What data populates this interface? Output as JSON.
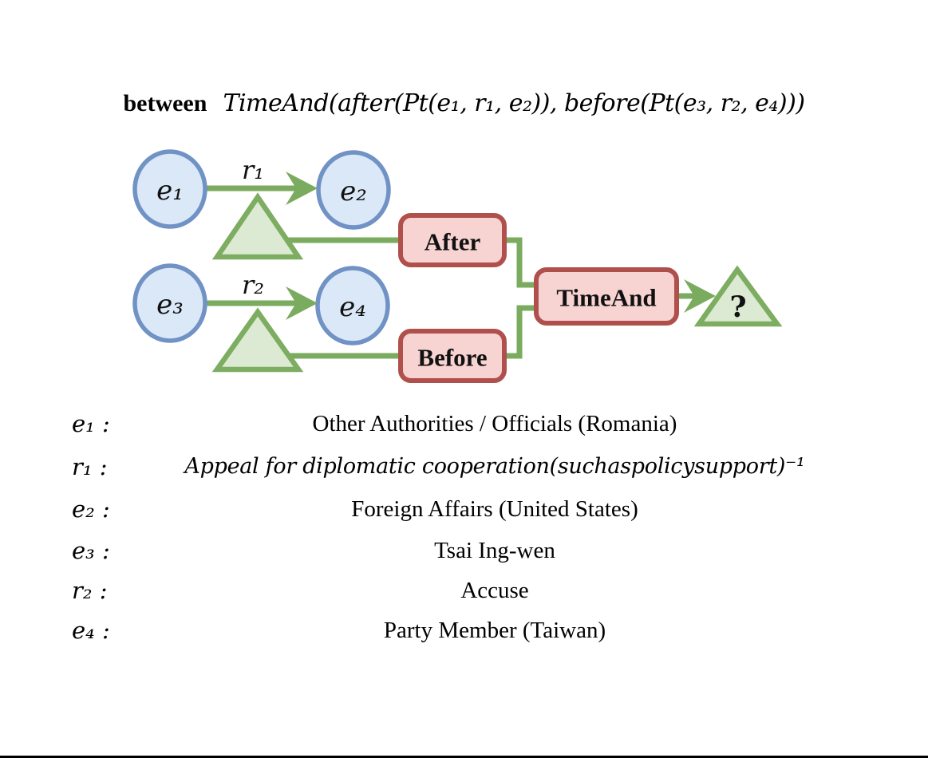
{
  "figure": {
    "query_type": "between",
    "formula": "TimeAnd(after(Pt(e₁, r₁, e₂)), before(Pt(e₃, r₂, e₄)))"
  },
  "diagram": {
    "entities": {
      "e1": "e₁",
      "e2": "e₂",
      "e3": "e₃",
      "e4": "e₄"
    },
    "relations": {
      "r1": "r₁",
      "r2": "r₂"
    },
    "operators": {
      "after": "After",
      "before": "Before",
      "timeand": "TimeAnd"
    },
    "target": "?",
    "colors": {
      "entity_fill": "#dbe8f7",
      "entity_stroke": "#7092c5",
      "edge_green": "#7aab5e",
      "triangle_fill": "#dcead4",
      "triangle_stroke": "#7dad60",
      "operator_fill": "#f7d3d2",
      "operator_stroke": "#b0504c"
    }
  },
  "legend": {
    "rows": [
      {
        "label": "e₁ :",
        "value": "Other Authorities / Officials (Romania)"
      },
      {
        "label": "r₁ :",
        "value": "Appeal for diplomatic cooperation(suchaspolicysupport)⁻¹"
      },
      {
        "label": "e₂ :",
        "value": "Foreign Affairs (United States)"
      },
      {
        "label": "e₃ :",
        "value": "Tsai Ing-wen"
      },
      {
        "label": "r₂ :",
        "value": "Accuse"
      },
      {
        "label": "e₄ :",
        "value": "Party Member (Taiwan)"
      }
    ]
  }
}
